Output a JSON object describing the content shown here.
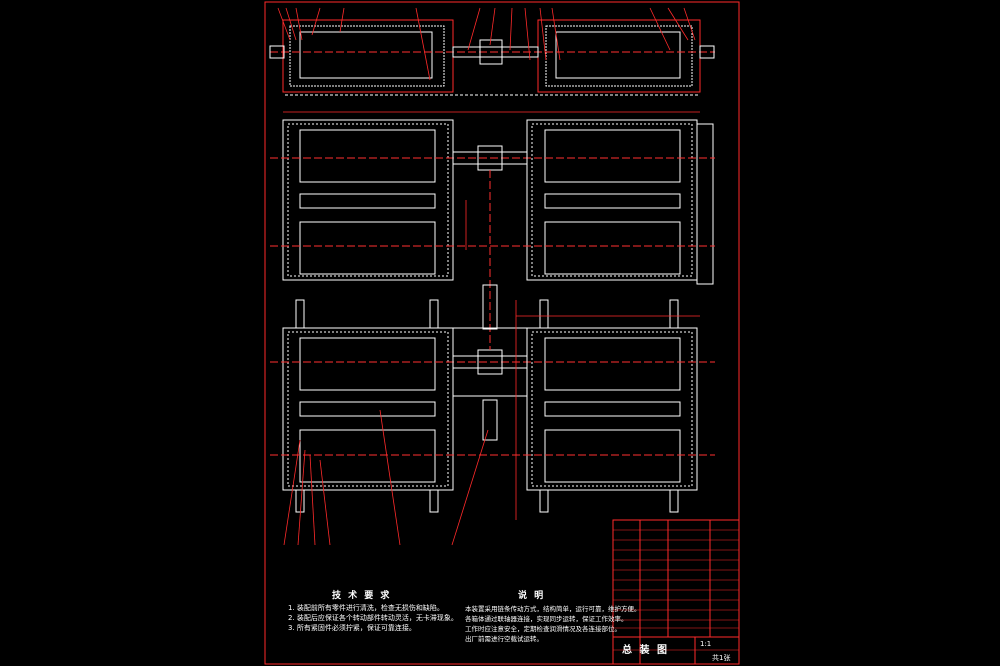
{
  "drawing": {
    "tech_req_title": "技 术 要 求",
    "tech_req_items": [
      "1. 装配前所有零件进行清洗，检查无损伤和缺陷。",
      "2. 装配后应保证各个转动部件转动灵活，无卡滞现象。",
      "3. 所有紧固件必须拧紧，保证可靠连接。"
    ],
    "notes_title": "说 明",
    "notes_items": [
      "本装置采用链条传动方式，结构简单，运行可靠，维护方便。",
      "各箱体通过联轴器连接，实现同步运转，保证工作效率。",
      "工作时应注意安全，定期检查润滑情况及各连接部位。",
      "出厂前需进行空载试运转。"
    ],
    "assembly_label": "总 装 图",
    "scale": "1:1",
    "sheet": "共1张"
  },
  "colors": {
    "frame": "#ff2a2a",
    "outline": "#ffffff",
    "centerline": "#ff3030",
    "background": "#000000"
  }
}
